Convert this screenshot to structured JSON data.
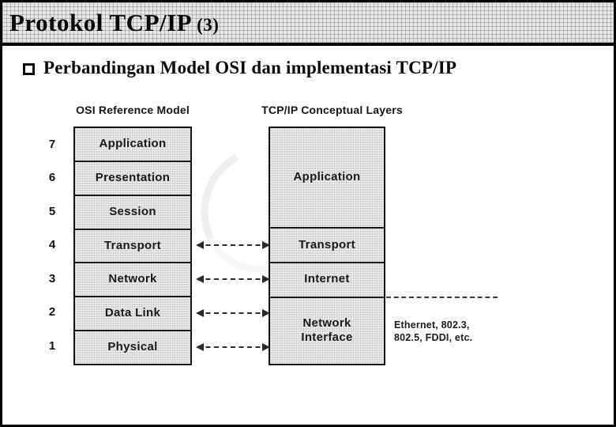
{
  "slide": {
    "title_main": "Protokol TCP/IP",
    "title_suffix": "(3)",
    "bullet_text": "Perbandingan Model OSI dan implementasi TCP/IP"
  },
  "diagram": {
    "osi": {
      "heading": "OSI Reference Model",
      "layers": [
        {
          "number": "7",
          "label": "Application"
        },
        {
          "number": "6",
          "label": "Presentation"
        },
        {
          "number": "5",
          "label": "Session"
        },
        {
          "number": "4",
          "label": "Transport"
        },
        {
          "number": "3",
          "label": "Network"
        },
        {
          "number": "2",
          "label": "Data Link"
        },
        {
          "number": "1",
          "label": "Physical"
        }
      ]
    },
    "tcpip": {
      "heading": "TCP/IP Conceptual Layers",
      "layers": [
        {
          "label": "Application"
        },
        {
          "label": "Transport"
        },
        {
          "label": "Internet"
        },
        {
          "label": "Network\nInterface"
        }
      ]
    },
    "annotation": {
      "line1": "Ethernet, 802.3,",
      "line2": "802.5, FDDI, etc."
    },
    "colors": {
      "slide_background": "#ffffff",
      "outer_border": "#000000",
      "titlebar_fill": "#e6e6e6",
      "layer_fill": "#e0e0e0",
      "box_border": "#141414",
      "text": "#111111"
    }
  }
}
